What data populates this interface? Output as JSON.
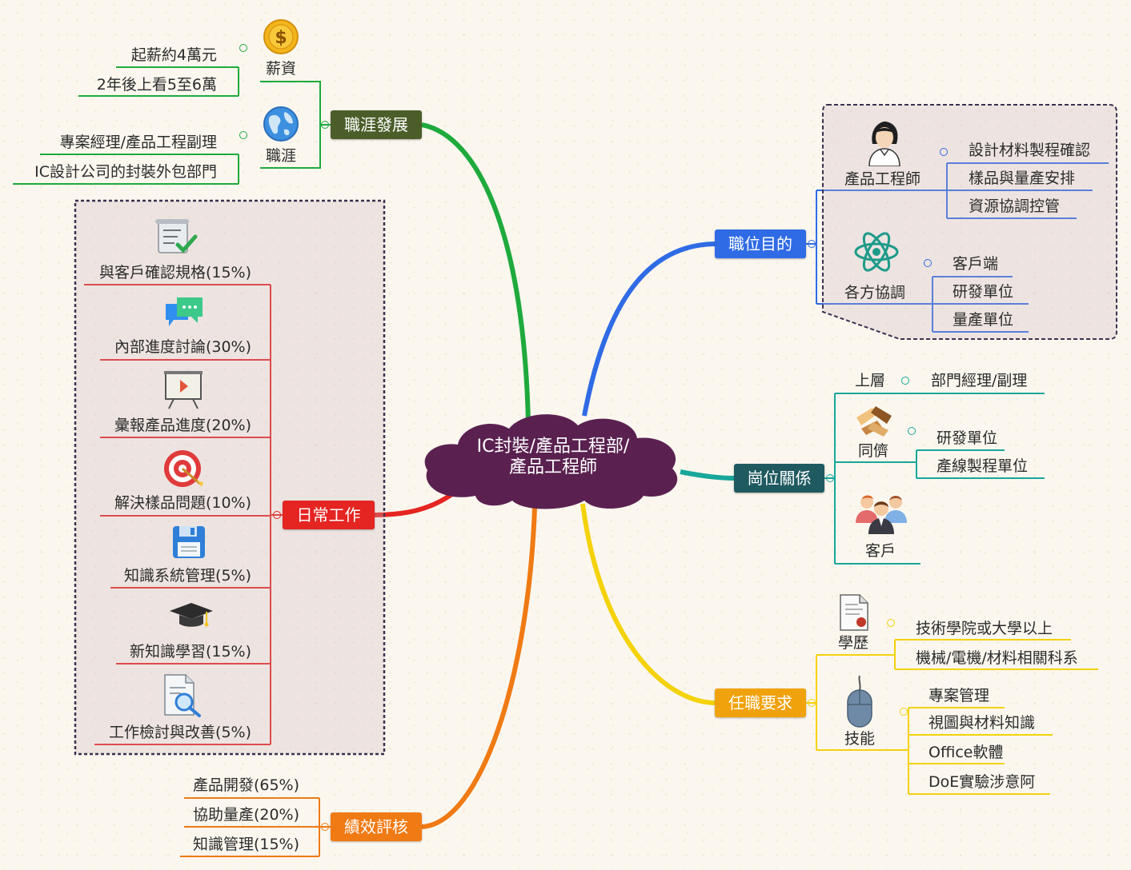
{
  "central_topic": {
    "line1": "IC封裝/產品工程部/",
    "line2": "產品工程師"
  },
  "colors": {
    "center": "#5a2150",
    "career": "#4b5e2a",
    "purpose": "#2f6be5",
    "relation": "#1f5a60",
    "requirement": "#f0a20c",
    "daily": "#e52521",
    "performance": "#f07a13"
  },
  "career": {
    "label": "職涯發展",
    "salary": {
      "label": "薪資",
      "icon": "coin-icon",
      "items": [
        "起薪約4萬元",
        "2年後上看5至6萬"
      ]
    },
    "path": {
      "label": "職涯",
      "icon": "globe-icon",
      "items": [
        "專案經理/產品工程副理",
        "IC設計公司的封裝外包部門"
      ]
    }
  },
  "daily": {
    "label": "日常工作",
    "items": [
      {
        "label": "與客戶確認規格(15%)",
        "icon": "checklist-icon"
      },
      {
        "label": "內部進度討論(30%)",
        "icon": "chat-icon"
      },
      {
        "label": "彙報產品進度(20%)",
        "icon": "presentation-icon"
      },
      {
        "label": "解決樣品問題(10%)",
        "icon": "target-icon"
      },
      {
        "label": "知識系統管理(5%)",
        "icon": "floppy-icon"
      },
      {
        "label": "新知識學習(15%)",
        "icon": "graduation-cap-icon"
      },
      {
        "label": "工作檢討與改善(5%)",
        "icon": "document-search-icon"
      }
    ]
  },
  "performance": {
    "label": "績效評核",
    "items": [
      "產品開發(65%)",
      "協助量產(20%)",
      "知識管理(15%)"
    ]
  },
  "purpose": {
    "label": "職位目的",
    "engineer": {
      "label": "產品工程師",
      "icon": "engineer-avatar-icon",
      "items": [
        "設計材料製程確認",
        "樣品與量產安排",
        "資源協調控管"
      ]
    },
    "coordination": {
      "label": "各方協調",
      "icon": "atom-icon",
      "items": [
        "客戶端",
        "研發單位",
        "量產單位"
      ]
    }
  },
  "relation": {
    "label": "崗位關係",
    "superior": {
      "label": "上層",
      "item": "部門經理/副理"
    },
    "peer": {
      "label": "同儕",
      "icon": "hands-icon",
      "items": [
        "研發單位",
        "產線製程單位"
      ]
    },
    "customer": {
      "label": "客戶",
      "icon": "people-icon"
    }
  },
  "requirement": {
    "label": "任職要求",
    "education": {
      "label": "學歷",
      "icon": "diploma-icon",
      "items": [
        "技術學院或大學以上",
        "機械/電機/材料相關科系"
      ]
    },
    "skills": {
      "label": "技能",
      "icon": "mouse-icon",
      "items": [
        "專案管理",
        "視圖與材料知識",
        "Office軟體",
        "DoE實驗涉意阿"
      ]
    }
  }
}
